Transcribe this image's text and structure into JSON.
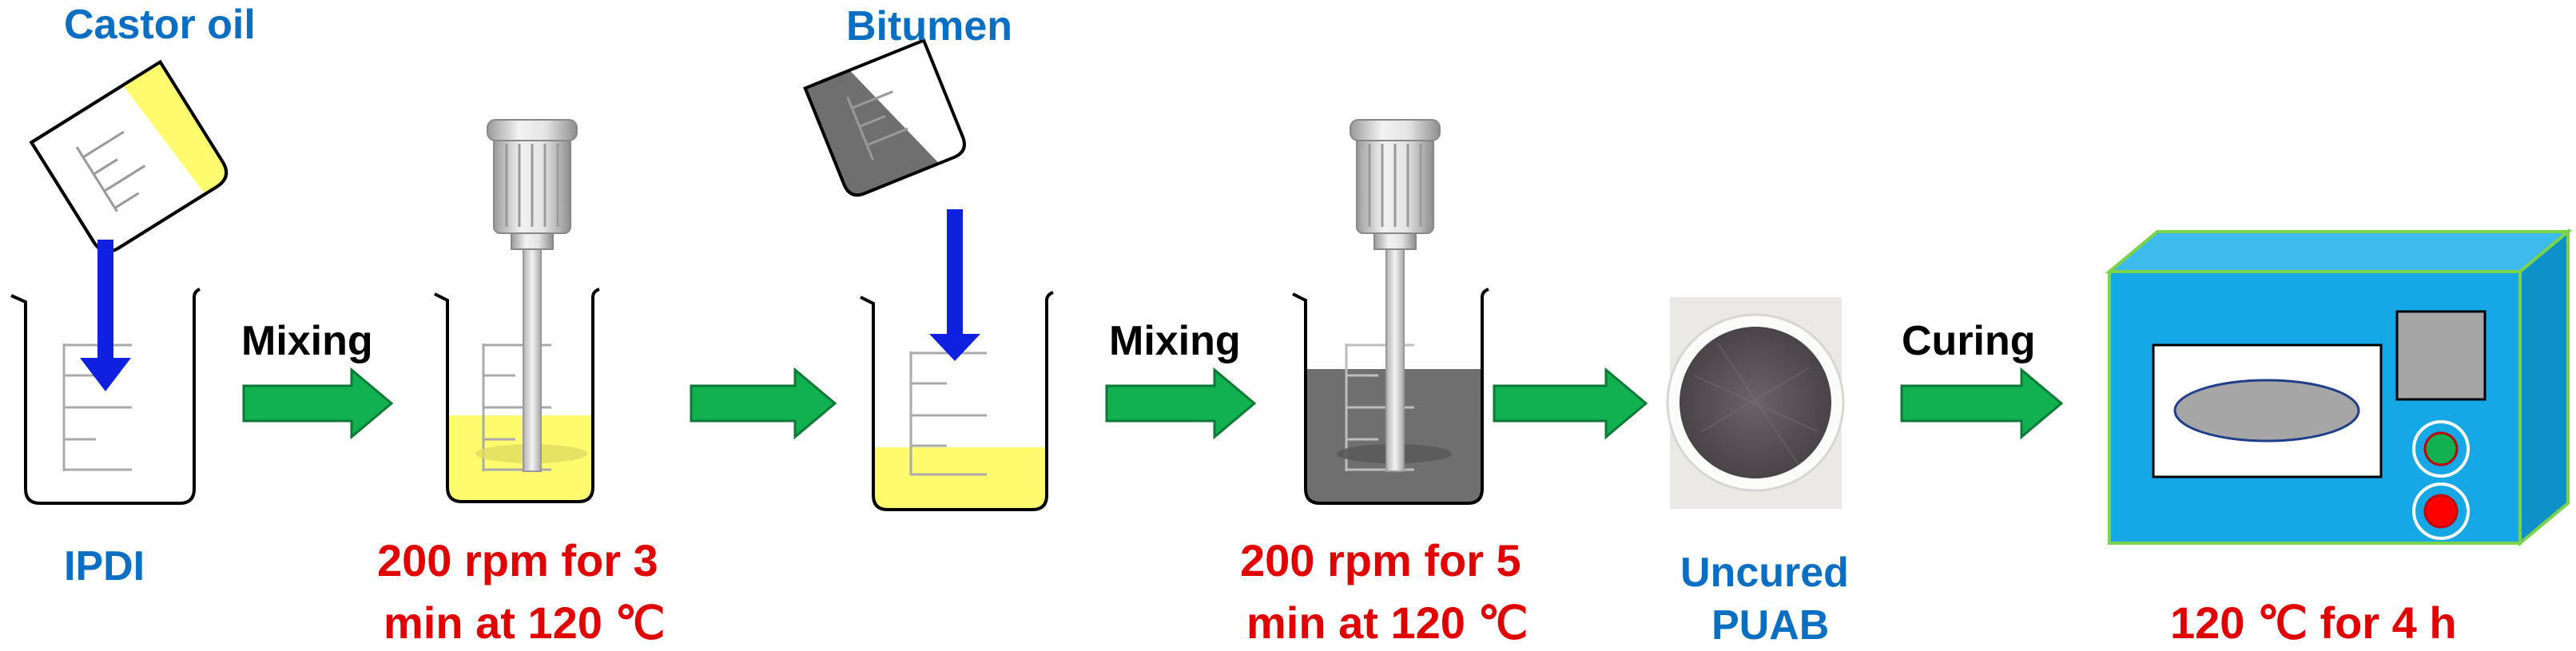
{
  "labels": {
    "castor_oil": "Castor oil",
    "ipdi": "IPDI",
    "mixing_1": "Mixing",
    "cond_1_line1": "200 rpm for 3",
    "cond_1_line2": "min at 120 ℃",
    "bitumen": "Bitumen",
    "mixing_2": "Mixing",
    "cond_2_line1": "200 rpm for 5",
    "cond_2_line2": "min at 120 ℃",
    "uncured_line1": "Uncured",
    "uncured_line2": "PUAB",
    "curing": "Curing",
    "cond_3": "120 ℃ for 4 h"
  },
  "colors": {
    "label_blue": "#0a6fc2",
    "label_red": "#e00000",
    "arrow_green": "#11b050",
    "pour_arrow_blue": "#1020e0",
    "castor_oil_yellow": "#fffb6e",
    "bitumen_gray": "#6f6f6f",
    "oven_blue": "#16a8e6",
    "oven_edge_green": "#7bd34a"
  },
  "icons": [
    "tilted-beaker-icon",
    "beaker-icon",
    "stirrer-icon",
    "green-arrow-icon",
    "pour-arrow-icon",
    "sample-dish-icon",
    "oven-icon"
  ]
}
